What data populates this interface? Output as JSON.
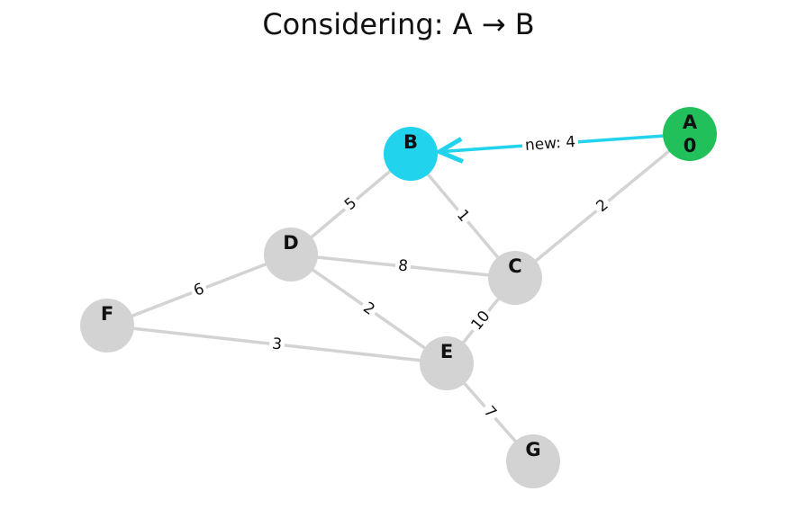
{
  "title": "Considering: A → B",
  "colors": {
    "default_node": "#d3d3d3",
    "source_node": "#22c05a",
    "target_node": "#22d3ee",
    "edge": "#d3d3d3",
    "active_edge": "#22d3ee"
  },
  "nodes": [
    {
      "id": "A",
      "label": "A",
      "distance": "0",
      "state": "source"
    },
    {
      "id": "B",
      "label": "B",
      "distance": "",
      "state": "target"
    },
    {
      "id": "C",
      "label": "C",
      "distance": "",
      "state": "default"
    },
    {
      "id": "D",
      "label": "D",
      "distance": "",
      "state": "default"
    },
    {
      "id": "E",
      "label": "E",
      "distance": "",
      "state": "default"
    },
    {
      "id": "F",
      "label": "F",
      "distance": "",
      "state": "default"
    },
    {
      "id": "G",
      "label": "G",
      "distance": "",
      "state": "default"
    }
  ],
  "edges": [
    {
      "from": "A",
      "to": "B",
      "label": "new: 4",
      "active": true
    },
    {
      "from": "A",
      "to": "C",
      "label": "2"
    },
    {
      "from": "B",
      "to": "C",
      "label": "1"
    },
    {
      "from": "B",
      "to": "D",
      "label": "5"
    },
    {
      "from": "D",
      "to": "C",
      "label": "8"
    },
    {
      "from": "D",
      "to": "E",
      "label": "2"
    },
    {
      "from": "C",
      "to": "E",
      "label": "10"
    },
    {
      "from": "F",
      "to": "D",
      "label": "6"
    },
    {
      "from": "F",
      "to": "E",
      "label": "3"
    },
    {
      "from": "E",
      "to": "G",
      "label": "7"
    }
  ]
}
